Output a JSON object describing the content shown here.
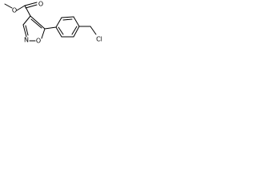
{
  "molecule": {
    "atoms": {
      "ester_o_methoxy": "O",
      "ester_o_carbonyl": "O",
      "ring_o": "O",
      "ring_n": "N",
      "cl": "Cl"
    }
  }
}
